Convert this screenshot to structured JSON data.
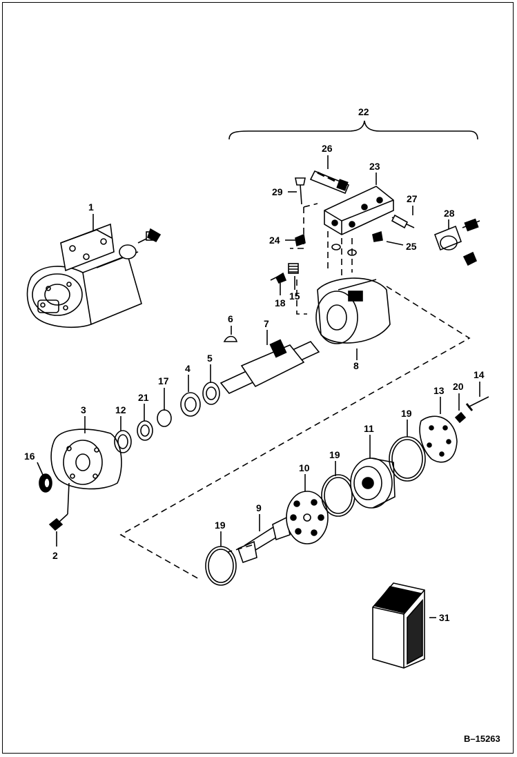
{
  "figure_ref": "B–15263",
  "callouts": {
    "c1": "1",
    "c2": "2",
    "c3": "3",
    "c4": "4",
    "c5": "5",
    "c6": "6",
    "c7": "7",
    "c8": "8",
    "c9": "9",
    "c10": "10",
    "c11": "11",
    "c12": "12",
    "c13": "13",
    "c14": "14",
    "c15": "15",
    "c16": "16",
    "c17": "17",
    "c18": "18",
    "c19a": "19",
    "c19b": "19",
    "c19c": "19",
    "c20": "20",
    "c21": "21",
    "c22": "22",
    "c23": "23",
    "c24": "24",
    "c25": "25",
    "c26": "26",
    "c27": "27",
    "c28": "28",
    "c29": "29",
    "c31": "31"
  }
}
